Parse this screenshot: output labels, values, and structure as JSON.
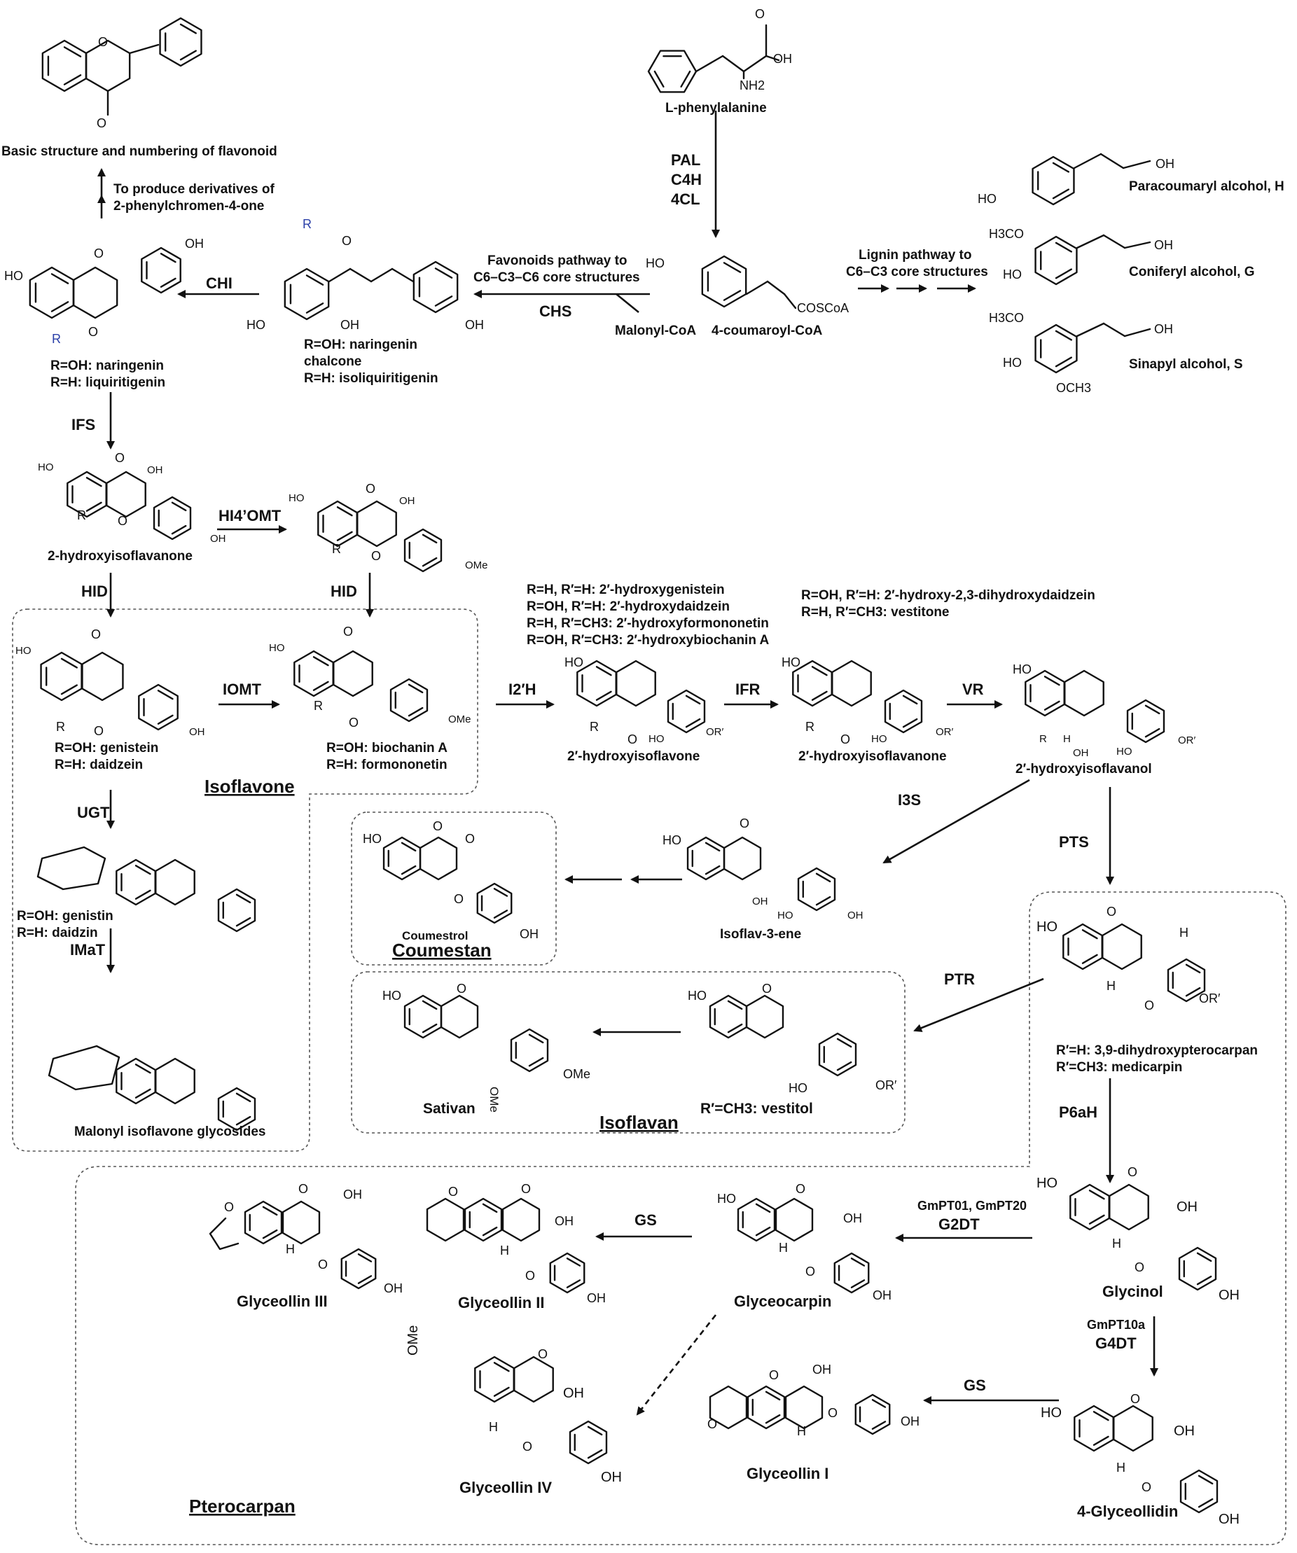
{
  "compounds": {
    "flavonoid_core": "Basic structure and numbering of flavonoid",
    "phenylalanine": "L-phenylalanine",
    "paracoumaryl": "Paracoumaryl alcohol, H",
    "coniferyl": "Coniferyl alcohol, G",
    "sinapyl": "Sinapyl alcohol, S",
    "coumaroyl_coa": "4-coumaroyl-CoA",
    "malonyl_coa": "Malonyl-CoA",
    "naringenin_1": "R=OH: naringenin",
    "naringenin_2": "R=H: liquiritigenin",
    "chalcone_1": "R=OH: naringenin",
    "chalcone_2": "chalcone",
    "chalcone_3": "R=H: isoliquiritigenin",
    "hydroxyisoflavanone": "2-hydroxyisoflavanone",
    "genistein_1": "R=OH: genistein",
    "genistein_2": "R=H: daidzein",
    "biochanin_1": "R=OH: biochanin A",
    "biochanin_2": "R=H: formononetin",
    "genistin_1": "R=OH: genistin",
    "genistin_2": "R=H: daidzin",
    "malonyl_glycosides": "Malonyl isoflavone glycosides",
    "isoflavone_2h": "2′-hydroxyisoflavone",
    "isoflavanone_2h": "2′-hydroxyisoflavanone",
    "isoflavanol_2h": "2′-hydroxyisoflavanol",
    "coumestrol": "Coumestrol",
    "isoflav3ene": "Isoflav-3-ene",
    "sativan": "Sativan",
    "vestitol": "R′=CH3: vestitol",
    "pterocarpan_1": "R′=H: 3,9-dihydroxypterocarpan",
    "pterocarpan_2": "R′=CH3: medicarpin",
    "glycinol": "Glycinol",
    "glyceocarpin": "Glyceocarpin",
    "glyceollin_1": "Glyceollin I",
    "glyceollin_2": "Glyceollin II",
    "glyceollin_3": "Glyceollin III",
    "glyceollin_4": "Glyceollin IV",
    "glyceollidin": "4-Glyceollidin"
  },
  "notes": {
    "derivatives_1": "To produce  derivatives of",
    "derivatives_2": "2-phenylchromen-4-one",
    "flavonoid_path_1": "Favonoids pathway to",
    "flavonoid_path_2": "C6–C3–C6 core structures",
    "lignin_path_1": "Lignin pathway to",
    "lignin_path_2": "C6–C3 core structures",
    "r_list_1": "R=H, R′=H: 2′-hydroxygenistein",
    "r_list_2": "R=OH, R′=H: 2′-hydroxydaidzein",
    "r_list_3": "R=H, R′=CH3: 2′-hydroxyformononetin",
    "r_list_4": "R=OH, R′=CH3: 2′-hydroxybiochanin A",
    "r_list_5": "R=OH, R′=H: 2′-hydroxy-2,3-dihydroxydaidzein",
    "r_list_6": "R=H, R′=CH3: vestitone"
  },
  "enzymes": {
    "pal": "PAL",
    "c4h": "C4H",
    "4cl": "4CL",
    "chi": "CHI",
    "chs": "CHS",
    "ifs": "IFS",
    "hi4omt": "HI4’OMT",
    "hid_1": "HID",
    "hid_2": "HID",
    "iomt": "IOMT",
    "ugt": "UGT",
    "imat": "IMaT",
    "i2h": "I2′H",
    "ifr": "IFR",
    "vr": "VR",
    "i3s": "I3S",
    "pts": "PTS",
    "ptr": "PTR",
    "p6ah": "P6aH",
    "gmpt_1": "GmPT01, GmPT20",
    "g2dt": "G2DT",
    "gs_1": "GS",
    "gmpt10a": "GmPT10a",
    "g4dt": "G4DT",
    "gs_2": "GS"
  },
  "sections": {
    "isoflavone": "Isoflavone",
    "coumestan": "Coumestan",
    "isoflavan": "Isoflavan",
    "pterocarpan": "Pterocarpan"
  },
  "atoms": {
    "oh": "OH",
    "ho": "HO",
    "o": "O",
    "r": "R",
    "nh2": "NH2",
    "me": "OMe",
    "ome": "OMe",
    "or": "OR′",
    "h": "H",
    "coscoa": "COSCoA",
    "h3co": "H3CO",
    "och3": "OCH3",
    "cooh": "OH"
  }
}
